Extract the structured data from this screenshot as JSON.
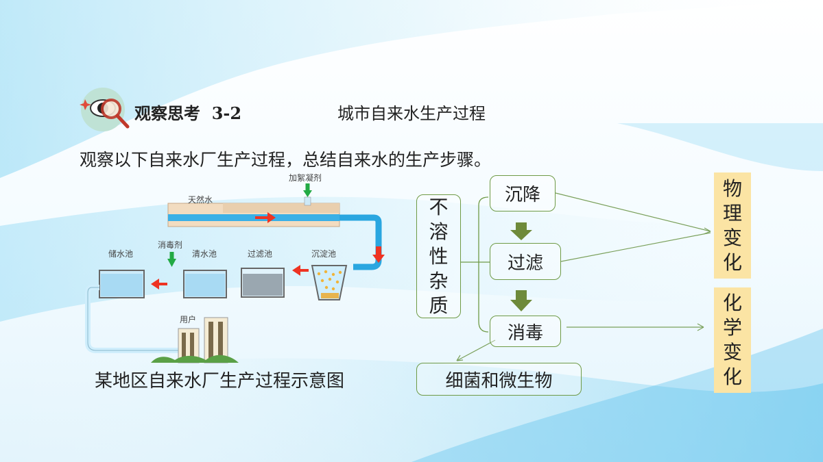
{
  "heading": {
    "section": "观察思考",
    "number": "3-2",
    "subtitle": "城市自来水生产过程"
  },
  "intro": "观察以下自来水厂生产过程，总结自来水的生产步骤。",
  "diagram": {
    "labels": {
      "natural_water": "天然水",
      "flocculant": "加絮凝剂",
      "disinfectant": "消毒剂",
      "storage_tank": "储水池",
      "clear_tank": "清水池",
      "filter_tank": "过滤池",
      "settling_tank": "沉淀池",
      "user": "用户"
    },
    "caption": "某地区自来水厂生产过程示意图"
  },
  "flow": {
    "insoluble": [
      "不",
      "溶",
      "性",
      "杂",
      "质"
    ],
    "steps": [
      "沉降",
      "过滤",
      "消毒"
    ],
    "bacteria": "细菌和微生物",
    "physical_change": [
      "物",
      "理",
      "变",
      "化"
    ],
    "chemical_change": [
      "化",
      "学",
      "变",
      "化"
    ]
  },
  "colors": {
    "box_border": "#6e9a45",
    "arrow_green": "#6e8a3a",
    "yellow": "#fbe4a4",
    "pipe": "#2aa6e0",
    "flow_arrow": "#ee3322",
    "dose_arrow": "#22aa44"
  }
}
